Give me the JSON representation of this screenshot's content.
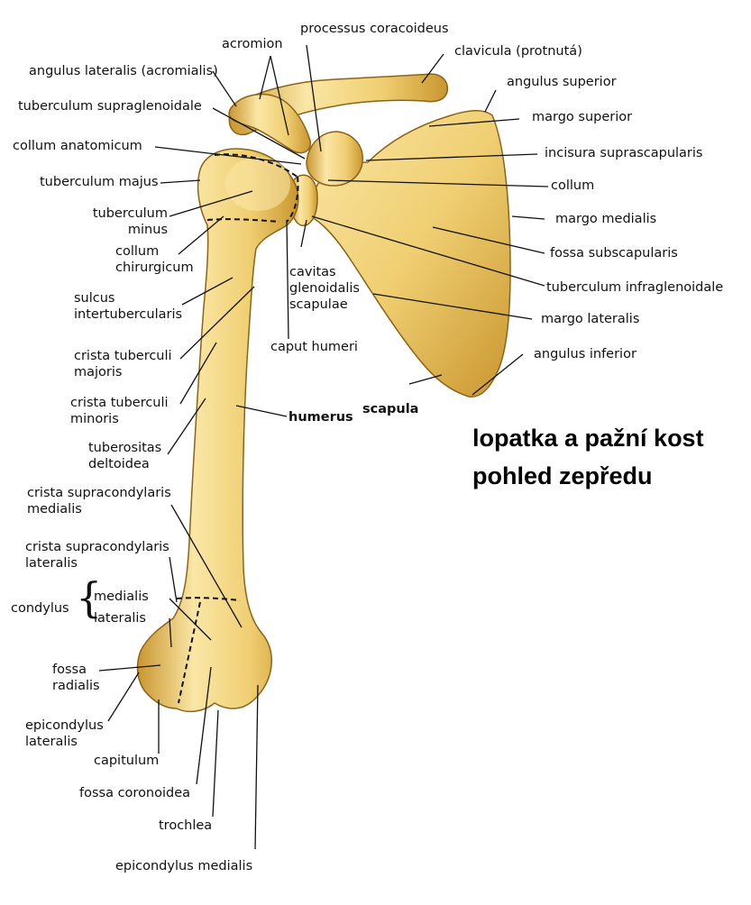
{
  "title": {
    "line1": "lopatka a pažní kost",
    "line2": "pohled zepředu"
  },
  "labels": {
    "acromion": "acromion",
    "processus_coracoideus": "processus coracoideus",
    "clavicula": "clavicula (protnutá)",
    "angulus_lateralis": "angulus lateralis (acromialis)",
    "angulus_superior": "angulus superior",
    "tuberculum_supraglenoidale": "tuberculum supraglenoidale",
    "margo_superior": "margo superior",
    "collum_anatomicum": "collum anatomicum",
    "incisura_suprascapularis": "incisura suprascapularis",
    "tuberculum_majus": "tuberculum majus",
    "collum": "collum",
    "tuberculum_minus_1": "tuberculum",
    "tuberculum_minus_2": "minus",
    "margo_medialis": "margo medialis",
    "collum_chirurgicum_1": "collum",
    "collum_chirurgicum_2": "chirurgicum",
    "fossa_subscapularis": "fossa subscapularis",
    "cavitas_1": "cavitas",
    "cavitas_2": "glenoidalis",
    "cavitas_3": "scapulae",
    "tuberculum_infraglenoidale": "tuberculum infraglenoidale",
    "sulcus_1": "sulcus",
    "sulcus_2": "intertubercularis",
    "margo_lateralis": "margo lateralis",
    "caput_humeri": "caput humeri",
    "angulus_inferior": "angulus inferior",
    "crista_majoris_1": "crista tuberculi",
    "crista_majoris_2": "majoris",
    "crista_minoris_1": "crista tuberculi",
    "crista_minoris_2": "minoris",
    "scapula": "scapula",
    "humerus": "humerus",
    "tuberositas_1": "tuberositas",
    "tuberositas_2": "deltoidea",
    "crista_supra_medialis_1": "crista supracondylaris",
    "crista_supra_medialis_2": "medialis",
    "crista_supra_lateralis_1": "crista supracondylaris",
    "crista_supra_lateralis_2": "lateralis",
    "condylus": "condylus",
    "condylus_medialis": "medialis",
    "condylus_lateralis": "lateralis",
    "fossa_radialis_1": "fossa",
    "fossa_radialis_2": "radialis",
    "epicondylus_lateralis_1": "epicondylus",
    "epicondylus_lateralis_2": "lateralis",
    "capitulum": "capitulum",
    "fossa_coronoidea": "fossa coronoidea",
    "trochlea": "trochlea",
    "epicondylus_medialis": "epicondylus medialis"
  },
  "colors": {
    "bone": "#f0cf72",
    "bone_light": "#fae6a6",
    "bone_shadow": "#c9962f",
    "bone_outline": "#8a6418",
    "leader": "#111111",
    "background": "#ffffff"
  }
}
